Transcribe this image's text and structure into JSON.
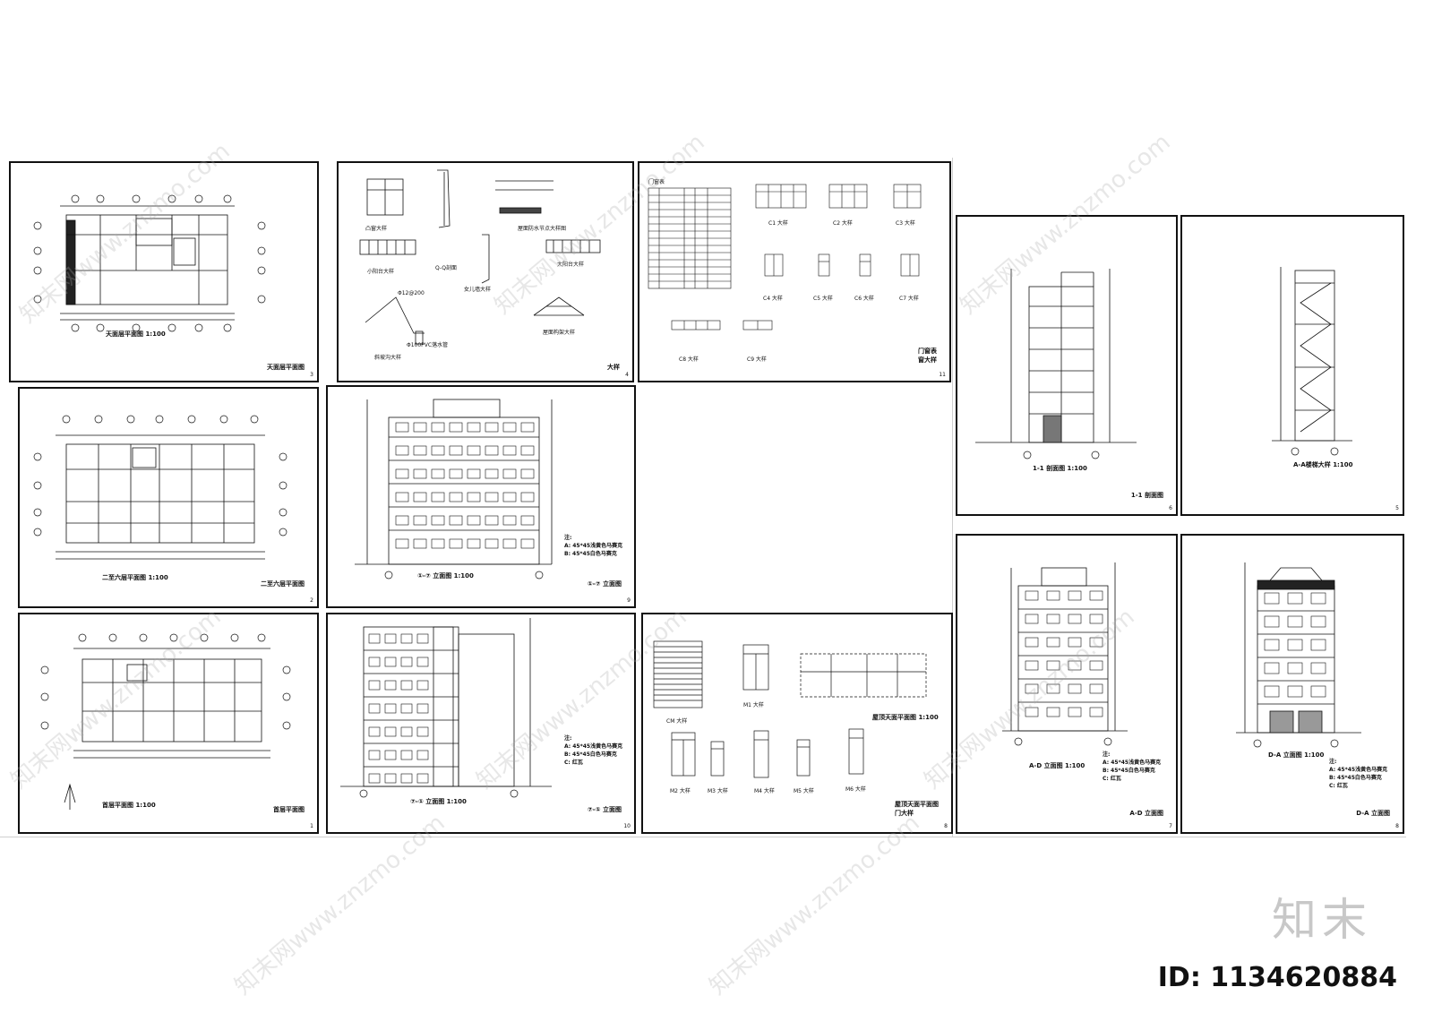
{
  "brand": "知末",
  "id_label": "ID: 1134620884",
  "watermark": "知末网www.znzmo.com",
  "sheets": {
    "s3": {
      "caption": "天面层平面图",
      "scale": "1:100",
      "title": "天面层平面图",
      "no": "3"
    },
    "s4": {
      "title": "大样",
      "no": "4",
      "labels": [
        "凸窗大样",
        "小阳台大样",
        "Q-Q剖面",
        "女儿墙大样",
        "屋面防水节点大样图",
        "大阳台大样",
        "屋面构架大样",
        "斜坡沟大样",
        "Φ100PVC落水管",
        "Φ12@200"
      ]
    },
    "s11": {
      "title": "门窗表",
      "title2": "窗大样",
      "no": "11",
      "table_title": "门窗表",
      "labels": [
        "C1 大样",
        "C2 大样",
        "C3 大样",
        "C4 大样",
        "C5 大样",
        "C6 大样",
        "C7 大样",
        "C8 大样",
        "C9 大样"
      ]
    },
    "s6": {
      "caption": "1-1 剖面图",
      "scale": "1:100",
      "title": "1-1 剖面图",
      "no": "6"
    },
    "s5": {
      "caption": "A-A楼梯大样",
      "scale": "1:100",
      "no": "5"
    },
    "s2": {
      "caption": "二至六层平面图",
      "scale": "1:100",
      "title": "二至六层平面图",
      "no": "2"
    },
    "s9": {
      "caption": "①-⑦ 立面图",
      "scale": "1:100",
      "title": "①-⑦ 立面图",
      "no": "9",
      "note": "注:\nA: 45*45浅黄色马赛克\nB: 45*45白色马赛克"
    },
    "s1": {
      "caption": "首层平面图",
      "scale": "1:100",
      "title": "首层平面图",
      "no": "1"
    },
    "s10": {
      "caption": "⑦-① 立面图",
      "scale": "1:100",
      "title": "⑦-① 立面图",
      "no": "10",
      "note": "注:\nA: 45*45浅黄色马赛克\nB: 45*45白色马赛克\nC: 红瓦"
    },
    "s8": {
      "title": "屋顶天面平面图",
      "title2": "门大样",
      "no": "8",
      "caption": "屋顶天面平面图",
      "scale": "1:100",
      "labels": [
        "CM 大样",
        "M1 大样",
        "M2 大样",
        "M3 大样",
        "M4 大样",
        "M5 大样",
        "M6 大样"
      ]
    },
    "s7": {
      "caption": "A-D 立面图",
      "scale": "1:100",
      "title": "A-D 立面图",
      "no": "7",
      "note": "注:\nA: 45*45浅黄色马赛克\nB: 45*45白色马赛克\nC: 红瓦"
    },
    "s12": {
      "caption": "D-A 立面图",
      "scale": "1:100",
      "title": "D-A 立面图",
      "no": "8",
      "note": "注:\nA: 45*45浅黄色马赛克\nB: 45*45白色马赛克\nC: 红瓦"
    }
  }
}
